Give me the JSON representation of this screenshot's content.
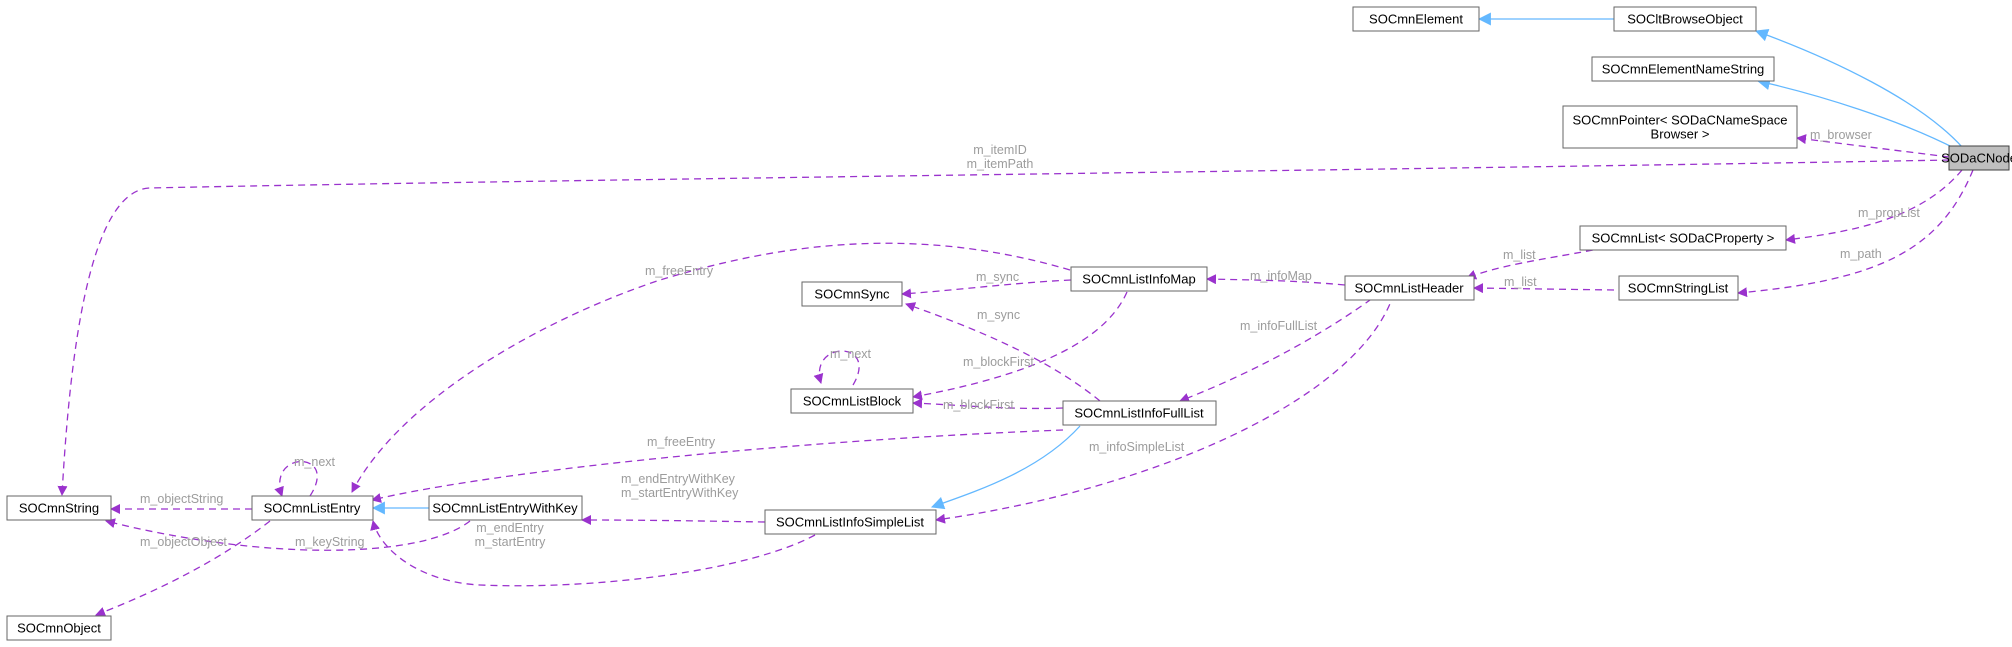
{
  "colors": {
    "usage_edge": "#9a32cd",
    "inheritance_edge": "#63b8ff",
    "node_border": "#666666",
    "focus_node_fill": "#bfbfbf",
    "edge_label": "#9c9c9c"
  },
  "nodes": {
    "sodacnode": [
      "SODaCNode"
    ],
    "socltbrowseobject": [
      "SOCltBrowseObject"
    ],
    "socmnelement": [
      "SOCmnElement"
    ],
    "socmnelementnamestring": [
      "SOCmnElementNameString"
    ],
    "socmnpointer": [
      "SOCmnPointer< SODaCNameSpace",
      "Browser >"
    ],
    "socmnlistprop": [
      "SOCmnList< SODaCProperty >"
    ],
    "socmnstringlist": [
      "SOCmnStringList"
    ],
    "socmnlistheader": [
      "SOCmnListHeader"
    ],
    "socmnlistinfomap": [
      "SOCmnListInfoMap"
    ],
    "socmnsync": [
      "SOCmnSync"
    ],
    "socmnlistblock": [
      "SOCmnListBlock"
    ],
    "socmnlistinfofulllist": [
      "SOCmnListInfoFullList"
    ],
    "socmnlistinfosimplelist": [
      "SOCmnListInfoSimpleList"
    ],
    "socmnlistentrywithkey": [
      "SOCmnListEntryWithKey"
    ],
    "socmnlistentry": [
      "SOCmnListEntry"
    ],
    "socmnstring": [
      "SOCmnString"
    ],
    "socmnobject": [
      "SOCmnObject"
    ]
  },
  "edge_labels": {
    "m_browser": [
      "m_browser"
    ],
    "m_itemid": [
      "m_itemID",
      "m_itemPath"
    ],
    "m_proplist": [
      "m_propList"
    ],
    "m_path": [
      "m_path"
    ],
    "m_list_prop": [
      "m_list"
    ],
    "m_list_strlist": [
      "m_list"
    ],
    "m_infomap": [
      "m_infoMap"
    ],
    "m_sync_map": [
      "m_sync"
    ],
    "m_freeentry_map": [
      "m_freeEntry"
    ],
    "m_next_block": [
      "m_next"
    ],
    "m_blockfirst_map": [
      "m_blockFirst"
    ],
    "m_sync_full": [
      "m_sync"
    ],
    "m_infofulllist": [
      "m_infoFullList"
    ],
    "m_blockfirst_full": [
      "m_blockFirst"
    ],
    "m_freeentry_full": [
      "m_freeEntry"
    ],
    "m_infosimplelist": [
      "m_infoSimpleList"
    ],
    "m_endentrywithkey": [
      "m_endEntryWithKey",
      "m_startEntryWithKey"
    ],
    "m_endentry": [
      "m_endEntry",
      "m_startEntry"
    ],
    "m_next_entry": [
      "m_next"
    ],
    "m_objectstring": [
      "m_objectString"
    ],
    "m_objectobject": [
      "m_objectObject"
    ],
    "m_keystring": [
      "m_keyString"
    ]
  }
}
